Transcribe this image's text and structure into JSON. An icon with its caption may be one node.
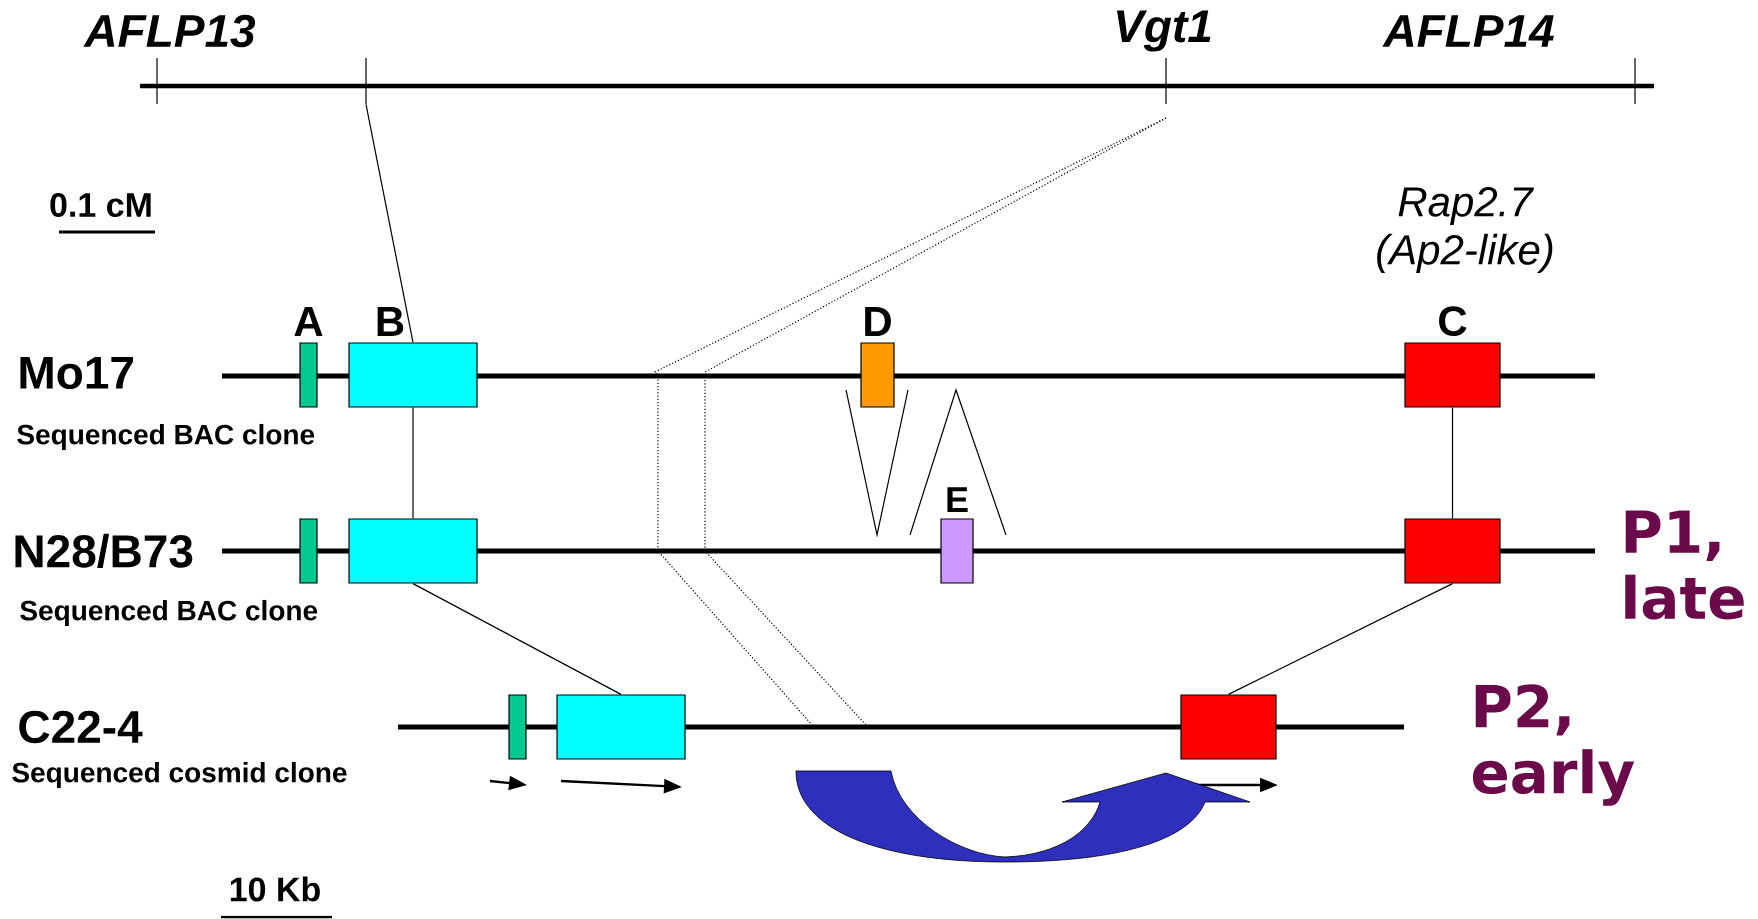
{
  "diagram": {
    "nodes": [
      {
        "text": [
          "A"
        ]
      },
      {
        "text": [
          "B"
        ]
      },
      {
        "text": [
          "D"
        ]
      },
      {
        "text": [
          "C"
        ],
        "beside": [
          "Rap2.7 (Ap2-like)"
        ]
      },
      {
        "text": [],
        "shape": "box"
      },
      {
        "text": [],
        "shape": "box"
      },
      {
        "text": [
          "E"
        ]
      },
      {
        "text": [],
        "shape": "box"
      },
      {
        "text": [],
        "shape": "box"
      },
      {
        "text": [],
        "shape": "box"
      },
      {
        "text": [],
        "shape": "box"
      },
      {
        "text": [],
        "shape": "bar"
      }
    ],
    "edges": [
      {
        "from": 11,
        "to": 1,
        "arrow": "none"
      },
      {
        "from": 1,
        "to": 5,
        "arrow": "none"
      },
      {
        "from": 3,
        "to": 7,
        "arrow": "none"
      },
      {
        "from": 5,
        "to": 9,
        "arrow": "none"
      },
      {
        "from": 7,
        "to": 10,
        "arrow": "none"
      }
    ],
    "labels": [
      "AFLP13",
      "Vgt1",
      "AFLP14",
      "0.1 cM",
      "Mo17",
      "Sequenced BAC clone",
      "N28/B73",
      "Sequenced BAC clone",
      "P1, late",
      "C22-4",
      "Sequenced cosmid clone",
      "P2, early",
      "10 Kb"
    ]
  }
}
